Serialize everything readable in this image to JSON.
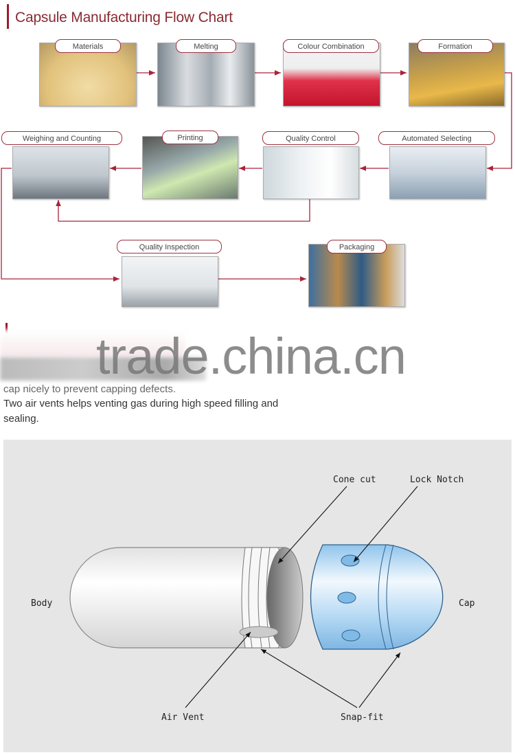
{
  "header": {
    "title": "Capsule Manufacturing Flow Chart"
  },
  "flow": {
    "steps": [
      {
        "label": "Materials",
        "photo": "gelatin-powder"
      },
      {
        "label": "Melting",
        "photo": "melting-tanks"
      },
      {
        "label": "Colour Combination",
        "photo": "red-colour-mixing"
      },
      {
        "label": "Formation",
        "photo": "capsule-forming-line"
      },
      {
        "label": "Automated Selecting",
        "photo": "selecting-machine"
      },
      {
        "label": "Quality Control",
        "photo": "lab-technician"
      },
      {
        "label": "Printing",
        "photo": "printing-machine"
      },
      {
        "label": "Weighing and Counting",
        "photo": "weighing-scale"
      },
      {
        "label": "Quality Inspection",
        "photo": "inspection-lab"
      },
      {
        "label": "Packaging",
        "photo": "packed-boxes"
      }
    ],
    "arrow_color": "#a8243a"
  },
  "watermark": "trade.china.cn",
  "description": {
    "lines": [
      "cap nicely to prevent  capping defects.",
      "Two air vents helps venting gas during high speed filling and",
      "sealing."
    ]
  },
  "diagram": {
    "labels": {
      "cone_cut": "Cone cut",
      "lock_notch": "Lock Notch",
      "body": "Body",
      "cap": "Cap",
      "air_vent": "Air Vent",
      "snap_fit": "Snap-fit"
    },
    "colors": {
      "background": "#e6e6e6",
      "cap": "#a9d3f2",
      "body": "#f4f4f4"
    }
  }
}
